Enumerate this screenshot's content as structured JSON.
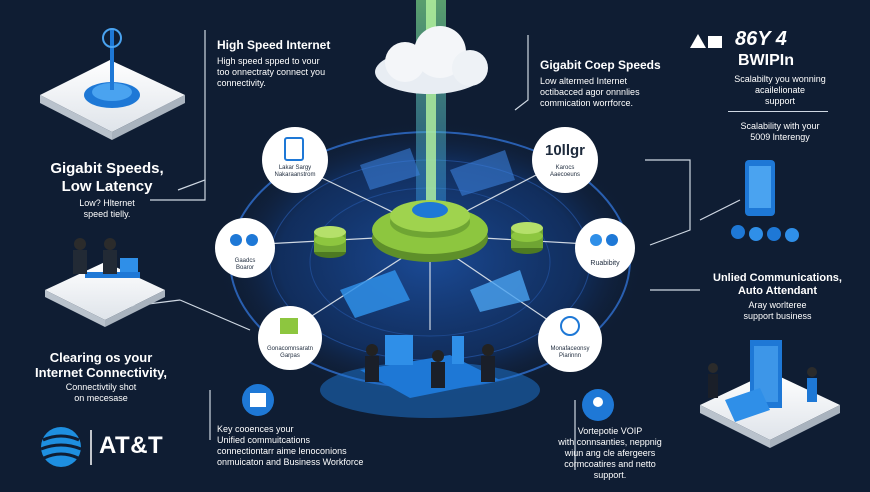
{
  "colors": {
    "background": "#0f1d33",
    "panel": "#f2f4f7",
    "accent_blue": "#1e78d6",
    "accent_green": "#8dc63f",
    "text_dark": "#1d2a3c"
  },
  "left_column": {
    "speed_title_line1": "Gigabit Speeds,",
    "speed_title_line2": "Low Latency",
    "speed_body_line1": "Low? Hlternet",
    "speed_body_line2": "speed tielly.",
    "clearing_title_line1": "Clearing os your",
    "clearing_title_line2": "Internet Connectivity,",
    "clearing_body_line1": "Connectivtily shot",
    "clearing_body_line2": "on mecesase"
  },
  "brand": {
    "logo_icon": "globe-icon",
    "name": "AT&T"
  },
  "top_center": {
    "title": "High Speed Internet",
    "body_line1": "High speed spped to vour",
    "body_line2": "too onnectraty connect you",
    "body_line3": "connectivity."
  },
  "top_right_center": {
    "title": "Gigabit Coep Speeds",
    "body_line1": "Low altermed Internet",
    "body_line2": "octibacced agor onnnlies",
    "body_line3": "commication worrforce."
  },
  "top_right": {
    "icon": "signal-icon",
    "heading_line1": "86Y 4",
    "heading_line2": "BWIPIn",
    "body_line1": "Scalabilty you wonning",
    "body_line2": "acailelionate",
    "body_line3": "support",
    "scal_line1": "Scalability with your",
    "scal_line2": "5009 lnterengy"
  },
  "right_column": {
    "uc_title_line1": "Unlied Communications,",
    "uc_title_line2": "Auto Attendant",
    "uc_body_line1": "Aray worlteree",
    "uc_body_line2": "support business"
  },
  "bottom_center": {
    "body_line1": "Key cooences your",
    "body_line2": "Unified commuitcations",
    "body_line3": "connectiontarr aime lenoconions",
    "body_line4": "onmuicaton and Business Workforce"
  },
  "bottom_right": {
    "title": "Vortepotie VOIP",
    "body_line1": "with connsanties, neppnig",
    "body_line2": "wiun ang cle afergeers",
    "body_line3": "cormcoatires and netto",
    "body_line4": "support."
  },
  "nodes": {
    "top_left_label_line1": "Lakar Sargy",
    "top_left_label_line2": "Nakaraanstrom",
    "top_right_big": "10llgr",
    "top_right_label_line1": "Karocs",
    "top_right_label_line2": "Aaecoeuns",
    "mid_left_label_line1": "Gaadcs",
    "mid_left_label_line2": "Boaror",
    "mid_right_label": "Ruabibity",
    "bot_left_label_line1": "Gonacomnsaratn",
    "bot_left_label_line2": "Garpas",
    "bot_right_label_line1": "Monafaceonsy",
    "bot_right_label_line2": "Piarinnn"
  }
}
